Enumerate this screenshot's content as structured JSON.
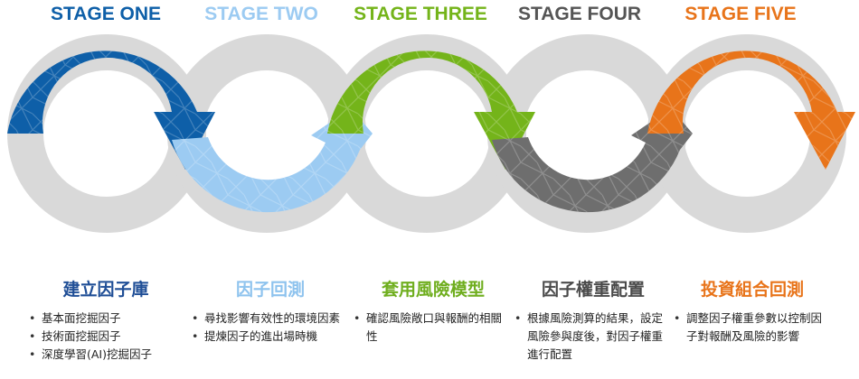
{
  "stages": [
    {
      "title": "STAGE ONE",
      "color": "#0E5FA8",
      "heading": "建立因子庫",
      "heading_color": "#1F4E96",
      "bullets": [
        "基本面挖掘因子",
        "技術面挖掘因子",
        "深度學習(AI)挖掘因子"
      ]
    },
    {
      "title": "STAGE TWO",
      "color": "#9CCBF2",
      "heading": "因子回測",
      "heading_color": "#8EC3EE",
      "bullets": [
        "尋找影響有效性的環境因素",
        "提煉因子的進出場時機"
      ]
    },
    {
      "title": "STAGE THREE",
      "color": "#74B41A",
      "heading": "套用風險模型",
      "heading_color": "#6FAE1E",
      "bullets": [
        "確認風險敞口與報酬的相關性"
      ]
    },
    {
      "title": "STAGE FOUR",
      "color": "#555555",
      "heading": "因子權重配置",
      "heading_color": "#4A4A4A",
      "bullets": [
        "根據風險測算的結果，設定風險參與度後，對因子權重進行配置"
      ]
    },
    {
      "title": "STAGE FIVE",
      "color": "#E8741A",
      "heading": "投資組合回測",
      "heading_color": "#E8741A",
      "bullets": [
        "調整因子權重參數以控制因子對報酬及風險的影響"
      ]
    }
  ],
  "ring_color": "#D9D9D9",
  "arrow_colors": [
    "#0E5FA8",
    "#9CCBF2",
    "#74B41A",
    "#6E6E6E",
    "#E8741A"
  ]
}
